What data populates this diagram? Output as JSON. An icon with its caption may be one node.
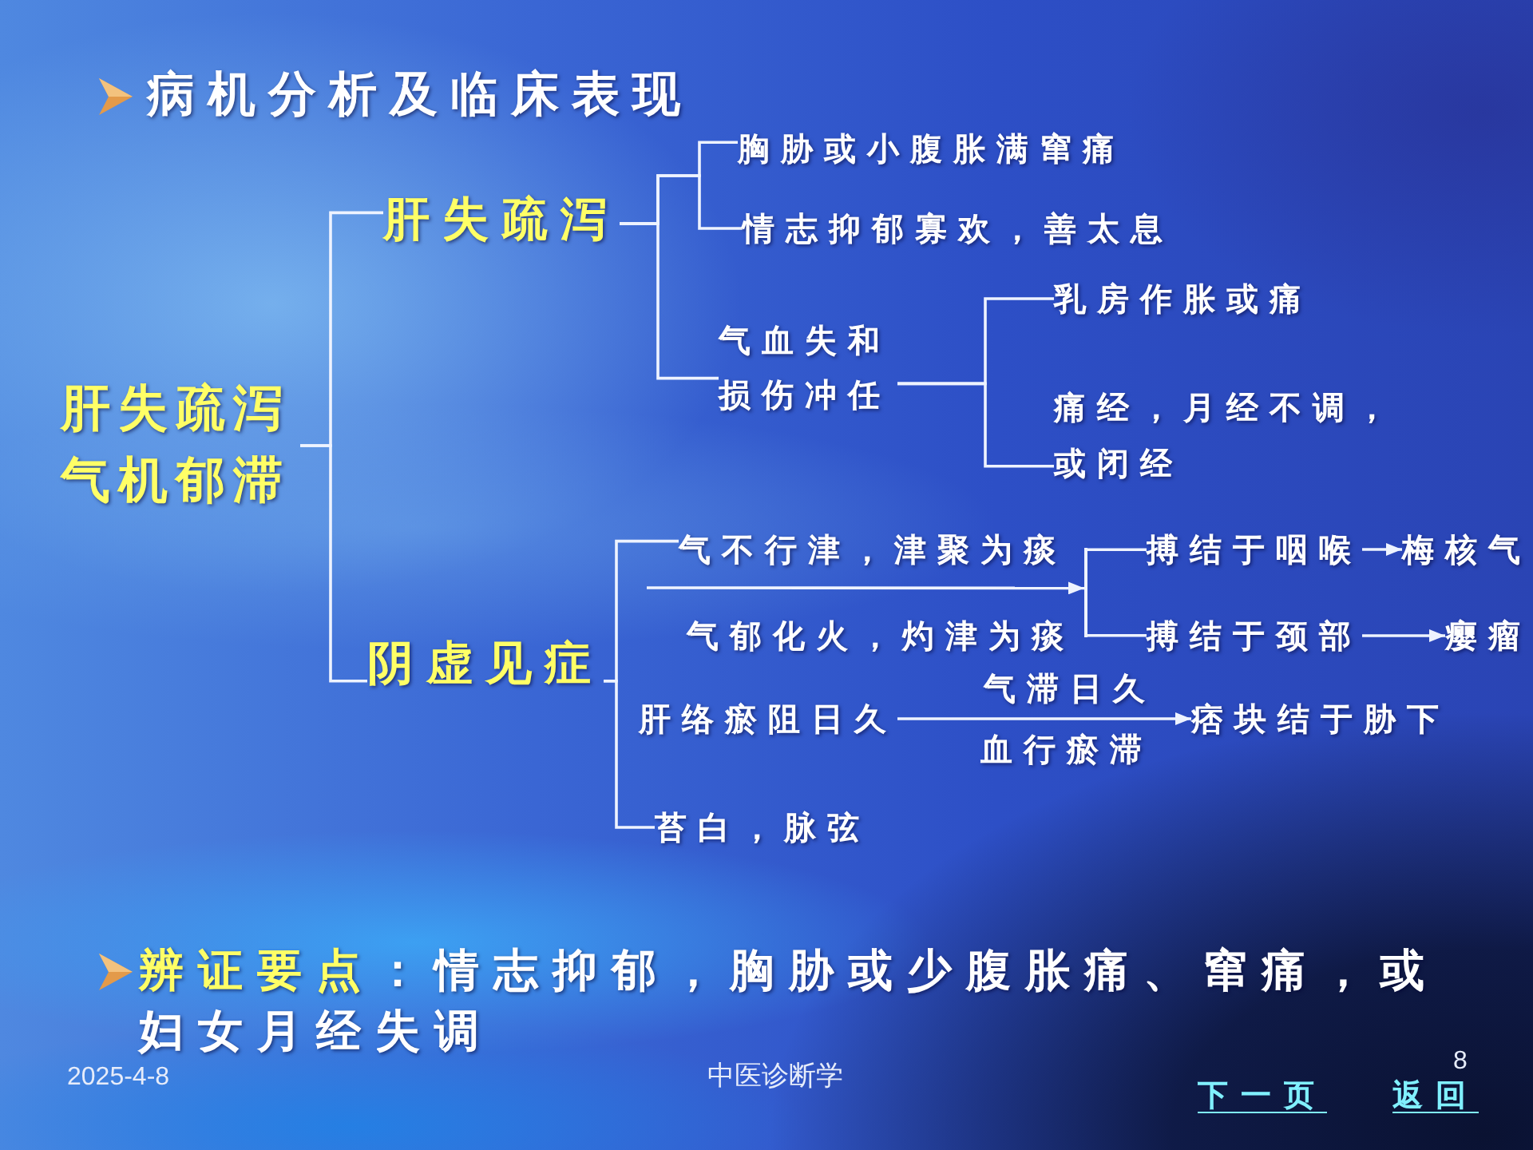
{
  "diagram": {
    "title": "病机分析及临床表现",
    "nodes": [
      {
        "text": [
          "肝失疏泻气机郁滞"
        ]
      },
      {
        "text": [
          "肝失疏泻"
        ]
      },
      {
        "text": [
          "胸胁或小腹胀满窜痛"
        ]
      },
      {
        "text": [
          "情志抑郁寡欢，善太息"
        ]
      },
      {
        "text": [
          "气血失和损伤冲任"
        ]
      },
      {
        "text": [
          "乳房作胀或痛"
        ]
      },
      {
        "text": [
          "痛经，月经不调，或闭经"
        ]
      },
      {
        "text": [
          "阴虚见症"
        ]
      },
      {
        "text": [
          "气不行津，津聚为痰"
        ]
      },
      {
        "text": [
          "气郁化火，灼津为痰"
        ]
      },
      {
        "text": [],
        "shape": "bar"
      },
      {
        "text": [
          "搏结于咽喉"
        ]
      },
      {
        "text": [
          "梅核气"
        ]
      },
      {
        "text": [
          "搏结于颈部"
        ]
      },
      {
        "text": [
          "瘿瘤"
        ]
      },
      {
        "text": [
          "肝络瘀阻日久"
        ]
      },
      {
        "text": [
          "痞块结于胁下"
        ]
      },
      {
        "text": [
          "苔白，脉弦"
        ]
      }
    ],
    "edges": [
      {
        "from": 0,
        "to": 1,
        "arrow": "none"
      },
      {
        "from": 0,
        "to": 7,
        "arrow": "none"
      },
      {
        "from": 1,
        "to": 2,
        "arrow": "none"
      },
      {
        "from": 1,
        "to": 3,
        "arrow": "none"
      },
      {
        "from": 1,
        "to": 4,
        "arrow": "none"
      },
      {
        "from": 4,
        "to": 5,
        "arrow": "none"
      },
      {
        "from": 4,
        "to": 6,
        "arrow": "none"
      },
      {
        "from": 7,
        "to": 8,
        "arrow": "none"
      },
      {
        "from": 7,
        "to": 17,
        "arrow": "none"
      },
      {
        "from": 11,
        "to": 12,
        "arrow": "to"
      },
      {
        "from": 13,
        "to": 14,
        "arrow": "to"
      },
      {
        "from": 15,
        "to": 16,
        "arrow": "to"
      },
      {
        "from": null,
        "to": 10,
        "arrow": "to"
      },
      {
        "from": 10,
        "to": 11,
        "arrow": "none"
      },
      {
        "from": 10,
        "to": 13,
        "arrow": "none"
      }
    ],
    "labels": [
      "气滞日久",
      "血行瘀滞",
      "**辨证要点**：情志抑郁，胸胁或少腹胀痛、窜痛，或妇女月经失调",
      "2025-4-8",
      "中医诊断学",
      "8",
      "下一页",
      "返回"
    ]
  }
}
